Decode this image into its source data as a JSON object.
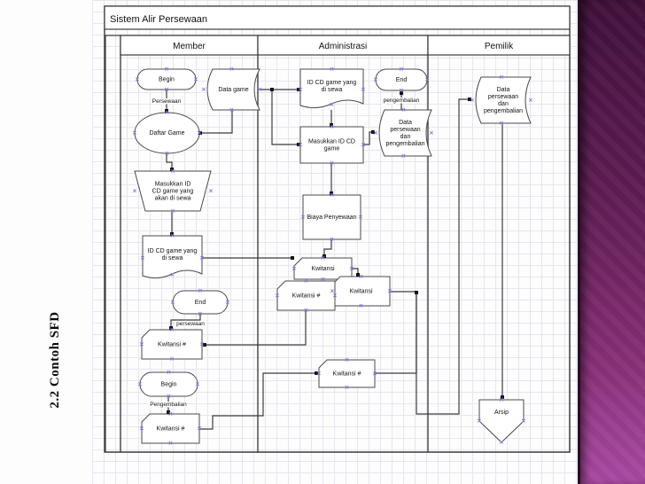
{
  "side_label": "2.2 Contoh SFD",
  "diagram": {
    "title": "Sistem Alir Persewaan",
    "lanes": [
      {
        "id": "member",
        "label": "Member"
      },
      {
        "id": "administrasi",
        "label": "Administrasi"
      },
      {
        "id": "pemilik",
        "label": "Pemilik"
      }
    ],
    "nodes": [
      {
        "id": "begin1",
        "lane": "member",
        "type": "terminator",
        "label": [
          "Begin"
        ]
      },
      {
        "id": "datagame",
        "lane": "member",
        "type": "stored-data",
        "label": [
          "Data game"
        ]
      },
      {
        "id": "daftar",
        "lane": "member",
        "type": "ellipse",
        "label": [
          "Daftar Game"
        ]
      },
      {
        "id": "inputid",
        "lane": "member",
        "type": "manual-input",
        "label": [
          "Masukkan ID",
          "CD game yang",
          "akan di sewa"
        ]
      },
      {
        "id": "mdoc",
        "lane": "member",
        "type": "document",
        "label": [
          "ID CD game yang",
          "di sewa"
        ]
      },
      {
        "id": "end1",
        "lane": "member",
        "type": "terminator",
        "label": [
          "End"
        ]
      },
      {
        "id": "mkw1",
        "lane": "member",
        "type": "card",
        "label": [
          "Kwitansi #"
        ]
      },
      {
        "id": "begin2",
        "lane": "member",
        "type": "terminator",
        "label": [
          "Begin"
        ]
      },
      {
        "id": "mkw2",
        "lane": "member",
        "type": "card",
        "label": [
          "Kwitansi #"
        ]
      },
      {
        "id": "adoc",
        "lane": "administrasi",
        "type": "document",
        "label": [
          "ID CD game yang",
          "di sewa"
        ]
      },
      {
        "id": "aend",
        "lane": "administrasi",
        "type": "terminator",
        "label": [
          "End"
        ]
      },
      {
        "id": "adata",
        "lane": "administrasi",
        "type": "stored-data",
        "label": [
          "Data",
          "persewaan",
          "dan",
          "pengembalian"
        ]
      },
      {
        "id": "aproc",
        "lane": "administrasi",
        "type": "process",
        "label": [
          "Masukkan ID CD",
          "game"
        ]
      },
      {
        "id": "biaya",
        "lane": "administrasi",
        "type": "process",
        "label": [
          "Biaya Penyewaan"
        ]
      },
      {
        "id": "akw1",
        "lane": "administrasi",
        "type": "card",
        "label": [
          "Kwitansi"
        ]
      },
      {
        "id": "akw3",
        "lane": "administrasi",
        "type": "card",
        "label": [
          "Kwitansi"
        ]
      },
      {
        "id": "akw2",
        "lane": "administrasi",
        "type": "card",
        "label": [
          "Kwitansi #"
        ]
      },
      {
        "id": "akw4",
        "lane": "administrasi",
        "type": "card",
        "label": [
          "Kwitansi #"
        ]
      },
      {
        "id": "pdata",
        "lane": "pemilik",
        "type": "stored-data",
        "label": [
          "Data",
          "persewaan",
          "dan",
          "pengembalian"
        ]
      },
      {
        "id": "arsip",
        "lane": "pemilik",
        "type": "offpage",
        "label": [
          "Arsip"
        ]
      }
    ],
    "edge_labels": {
      "e1": "Persewaan",
      "e13": "persewaan",
      "e14": "Pengembalian",
      "e19": "pengembalian"
    }
  },
  "colors": {
    "line": "#3d3d3d",
    "node_stroke": "#4a4a4a",
    "node_fill": "#ffffff",
    "handle": "#7f7fee",
    "text": "#111111",
    "grid": "#e6e6ef",
    "sidebar_top": "#40103a",
    "sidebar_bottom": "#a847a2"
  }
}
